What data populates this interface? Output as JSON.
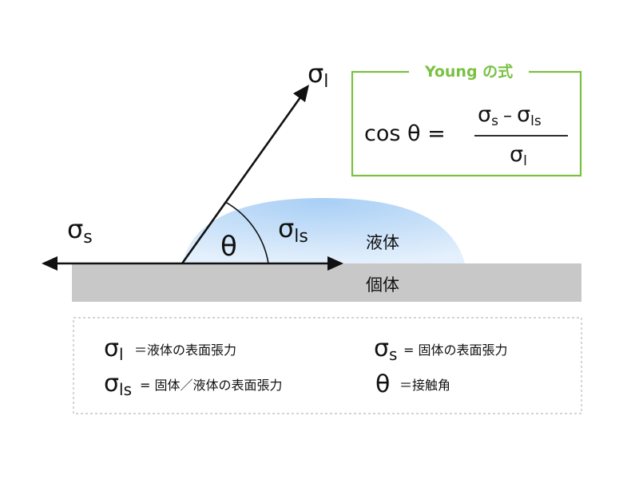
{
  "diagram": {
    "sigma_l": {
      "symbol": "σ",
      "sub": "l"
    },
    "sigma_s": {
      "symbol": "σ",
      "sub": "s"
    },
    "sigma_ls": {
      "symbol": "σ",
      "sub": "ls"
    },
    "theta": "θ",
    "liquid_label": "液体",
    "solid_label": "個体"
  },
  "formula": {
    "title": "Young の式",
    "lhs": "cos θ =",
    "numerator": {
      "a": "σ",
      "a_sub": "s",
      "op": "–",
      "b": "σ",
      "b_sub": "ls"
    },
    "denominator": {
      "a": "σ",
      "a_sub": "l"
    },
    "border_color": "#7ac143",
    "title_color": "#7ac143"
  },
  "legend": {
    "items": [
      {
        "symbol": "σ",
        "sub": "l",
        "text": "＝液体の表面張力"
      },
      {
        "symbol": "σ",
        "sub": "s",
        "text": "= 固体の表面張力"
      },
      {
        "symbol": "σ",
        "sub": "ls",
        "text": "= 固体／液体の表面張力"
      },
      {
        "symbol": "θ",
        "sub": "",
        "text": "＝接触角"
      }
    ]
  }
}
